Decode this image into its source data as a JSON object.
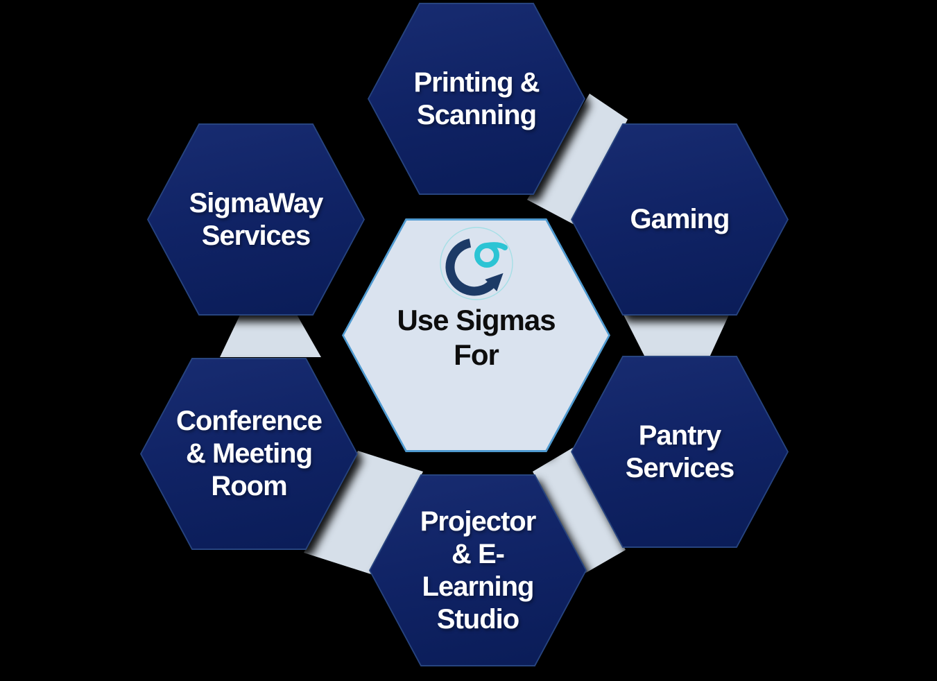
{
  "diagram": {
    "title": "Use Sigmas For hexagon diagram",
    "center": {
      "label": "Use Sigmas\nFor"
    },
    "logo": {
      "icon": "sigma-circular-arrow",
      "sigma_symbol": "σ"
    },
    "nodes": [
      {
        "id": "printing-scanning",
        "label": "Printing &\nScanning"
      },
      {
        "id": "gaming",
        "label": "Gaming"
      },
      {
        "id": "pantry-services",
        "label": "Pantry\nServices"
      },
      {
        "id": "projector-elearning",
        "label": "Projector\n& E-\nLearning\nStudio"
      },
      {
        "id": "conference-meeting",
        "label": "Conference\n& Meeting\nRoom"
      },
      {
        "id": "sigmaway-services",
        "label": "SigmaWay\nServices"
      }
    ],
    "colors": {
      "background": "#000000",
      "hexagon_navy": "#102365",
      "hexagon_navy_edge": "#27447f",
      "center_fill": "#dae3ef",
      "center_border": "#4f9ad0",
      "connector": "#d6dfe9",
      "label_text": "#ffffff",
      "center_text": "#0d0d0d",
      "logo_teal": "#2cc4d4",
      "logo_arrow_navy": "#1c3a66"
    }
  }
}
